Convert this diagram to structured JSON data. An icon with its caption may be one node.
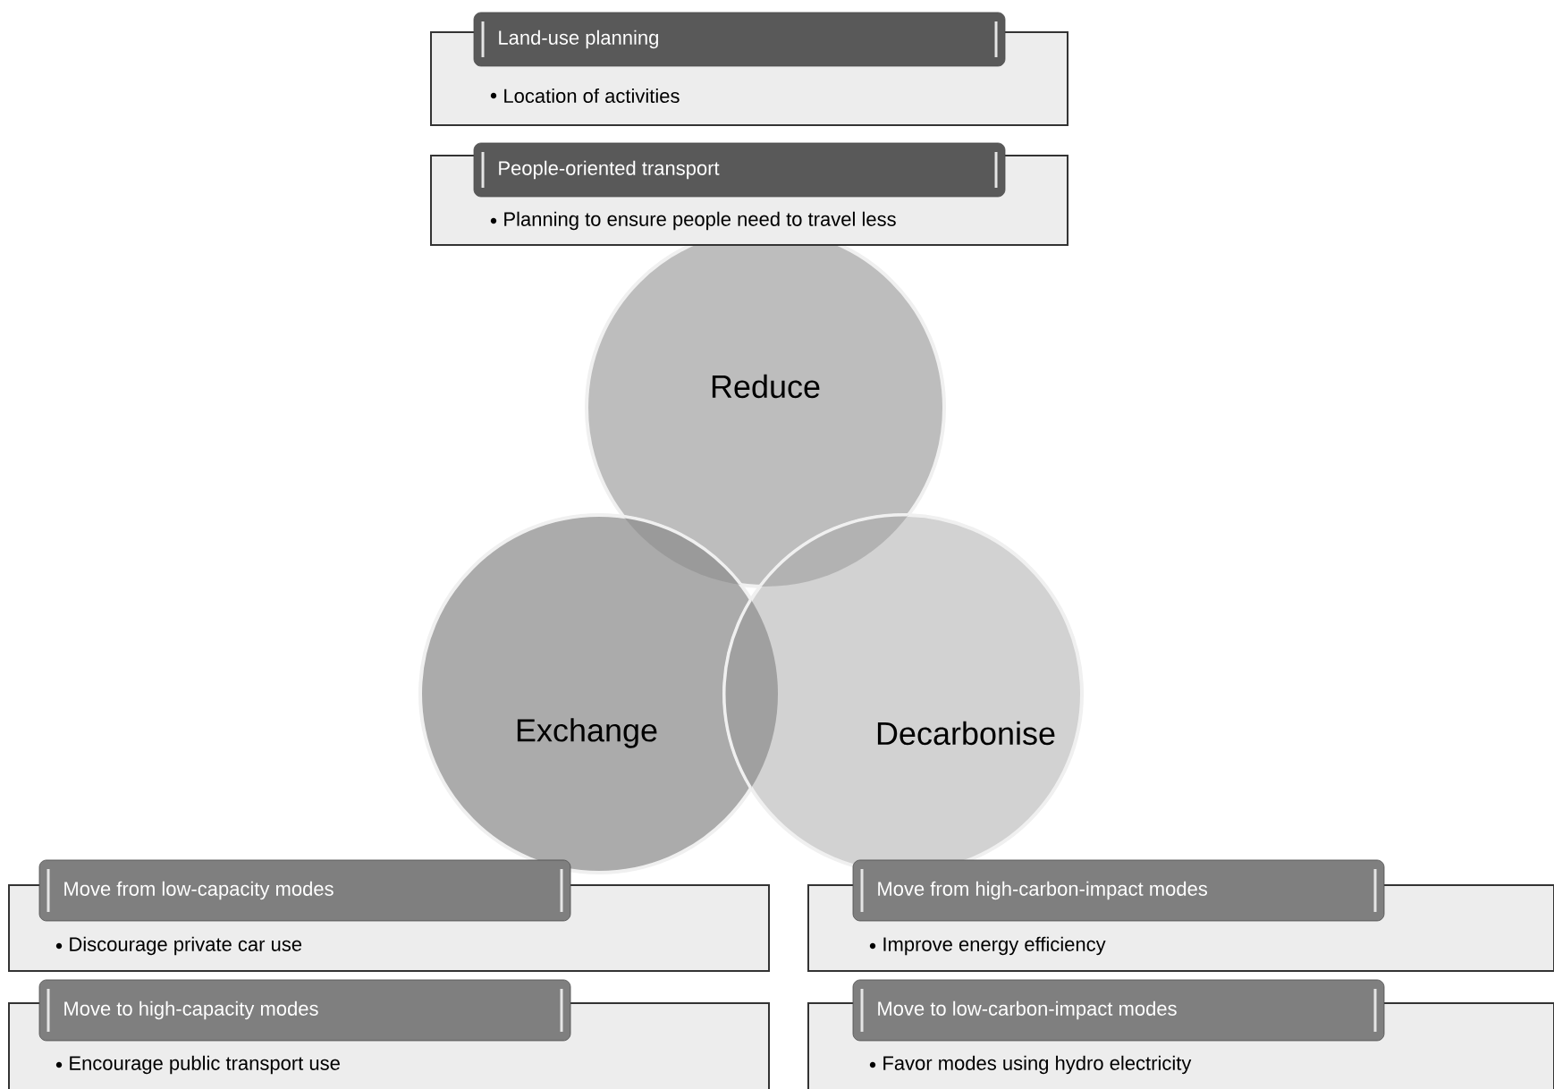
{
  "diagram": {
    "nodes": [
      {
        "text": [
          "Land-use planning",
          "Location of activities"
        ]
      },
      {
        "text": [
          "People-oriented transport",
          "Planning to ensure people need to travel less"
        ]
      },
      {
        "text": [
          "Reduce"
        ]
      },
      {
        "text": [
          "Exchange"
        ]
      },
      {
        "text": [
          "Decarbonise"
        ]
      },
      {
        "text": [
          "Move from low-capacity modes",
          "Discourage private car use"
        ]
      },
      {
        "text": [
          "Move from high-carbon-impact modes",
          "Improve energy efficiency"
        ]
      },
      {
        "text": [
          "Move to high-capacity modes",
          "Encourage public transport use"
        ]
      },
      {
        "text": [
          "Move to low-carbon-impact modes",
          "Favor modes using hydro electricity"
        ]
      }
    ]
  }
}
